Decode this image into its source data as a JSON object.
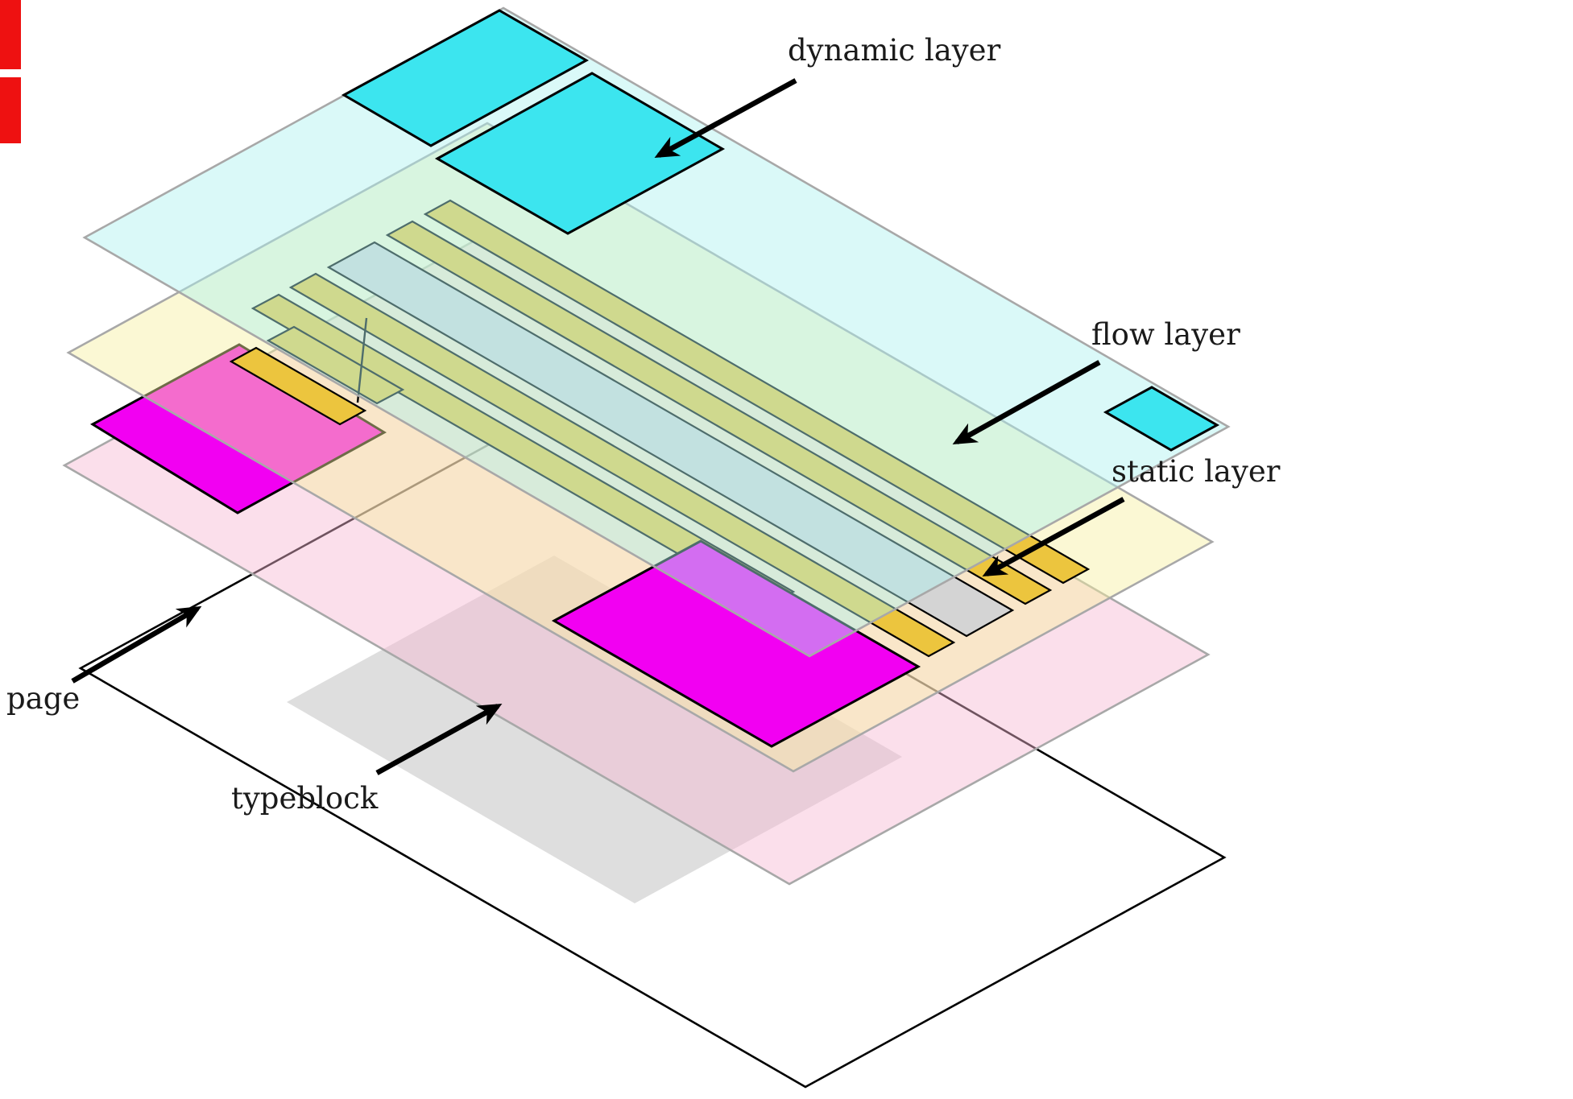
{
  "figure": {
    "type": "layer-stack-diagram",
    "labels": {
      "dynamic_layer": "dynamic layer",
      "flow_layer": "flow layer",
      "static_layer": "static layer",
      "page": "page",
      "typeblock": "typeblock"
    },
    "layers": [
      {
        "id": "page",
        "label": "page",
        "contains": [
          "typeblock"
        ]
      },
      {
        "id": "static",
        "label": "static layer",
        "contains": [
          "magenta-box-left",
          "magenta-box-bottom"
        ]
      },
      {
        "id": "flow",
        "label": "flow layer",
        "contains": [
          "text-lines",
          "gray-line"
        ]
      },
      {
        "id": "dynamic",
        "label": "dynamic layer",
        "contains": [
          "cyan-box-1",
          "cyan-box-2",
          "cyan-box-3"
        ]
      }
    ],
    "colors": {
      "background": "#ffffff",
      "page_fill": "#ffffff",
      "page_stroke": "#000000",
      "typeblock_fill": "#dedede",
      "static_sheet_fill": "#f6b8d2",
      "flow_sheet_fill": "#f6f0a0",
      "dynamic_sheet_fill": "#aef2ef",
      "sheet_stroke": "#a8a8a8",
      "magenta_box_fill": "#f200f2",
      "cyan_box_fill": "#3ce5ef",
      "text_line_fill": "#ecc53e",
      "gray_line_fill": "#d4d4d4",
      "box_stroke": "#000000",
      "arrow_color": "#000000",
      "label_color": "#1a1a1a",
      "red_mark_fill": "#ee1111"
    }
  }
}
